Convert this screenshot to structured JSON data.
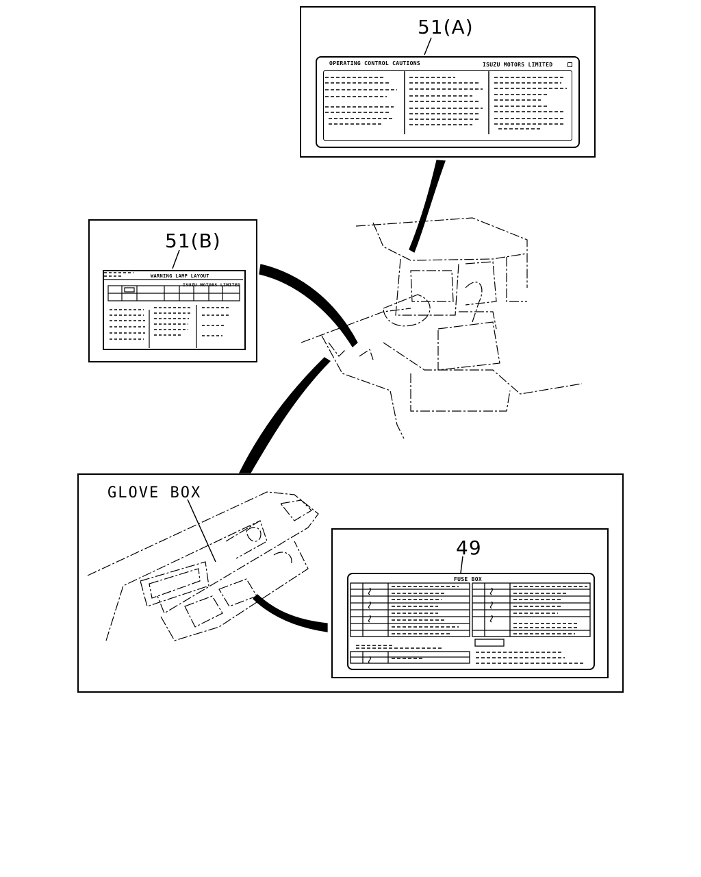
{
  "label_a": {
    "callout": "51(A)",
    "heading_left": "OPERATING CONTROL CAUTIONS",
    "heading_right": "ISUZU MOTORS LIMITED"
  },
  "label_b": {
    "callout": "51(B)",
    "heading": "WARNING LAMP LAYOUT",
    "maker": "ISUZU MOTORS LIMITED"
  },
  "glove_box": {
    "title": "GLOVE BOX"
  },
  "fuse_label": {
    "callout": "49",
    "heading": "FUSE BOX"
  }
}
